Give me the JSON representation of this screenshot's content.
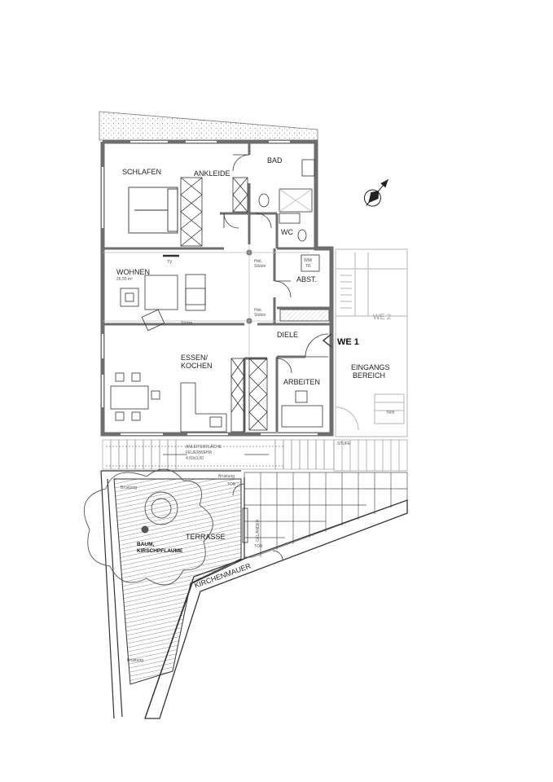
{
  "rooms": {
    "schlafen": "SCHLAFEN",
    "ankleide": "ANKLEIDE",
    "bad": "BAD",
    "wc": "WC",
    "wohnen": "WOHNEN",
    "wohnen_area": "26,55 m²",
    "tv": "TV",
    "wm_tr_1": "WM/",
    "wm_tr_2": "TR",
    "abst": "ABST.",
    "essen_1": "ESSEN/",
    "essen_2": "KOCHEN",
    "diele": "DIELE",
    "arbeiten": "ARBEITEN",
    "we1": "WE 1",
    "eingang_1": "EINGANGS",
    "eingang_2": "BEREICH",
    "we2": "WE 2",
    "trh": "TRH"
  },
  "annotations": {
    "hist_stuetze_a1": "Hist.",
    "hist_stuetze_a2": "Stütze",
    "hist_stuetze_b1": "Hist.",
    "hist_stuetze_b2": "Stütze",
    "stuetze": "Stütze",
    "anleiter_1": "ANLEITERFLÄCHE",
    "anleiter_2": "FEUERWEHR",
    "anleiter_3": "4,50x3,00",
    "stufe": "STUFE",
    "tor_1": "TOR",
    "tor_2": "TOR",
    "gelaender": "GELÄNDER",
    "terrasse": "TERRASSE",
    "baum_1": "BAUM,",
    "baum_2": "KIRSCHPFLAUME",
    "kirchenmauer": "KIRCHENMAUER",
    "bruestung_1": "Brüstung",
    "bruestung_2": "Brüstung",
    "bruestung_3": "Brüstung"
  },
  "colors": {
    "wall": "#6e6e6e",
    "line": "#333333",
    "light": "#bdbdbd",
    "hatch": "#9a9a9a"
  },
  "icons": {
    "north": "north-arrow-icon"
  }
}
